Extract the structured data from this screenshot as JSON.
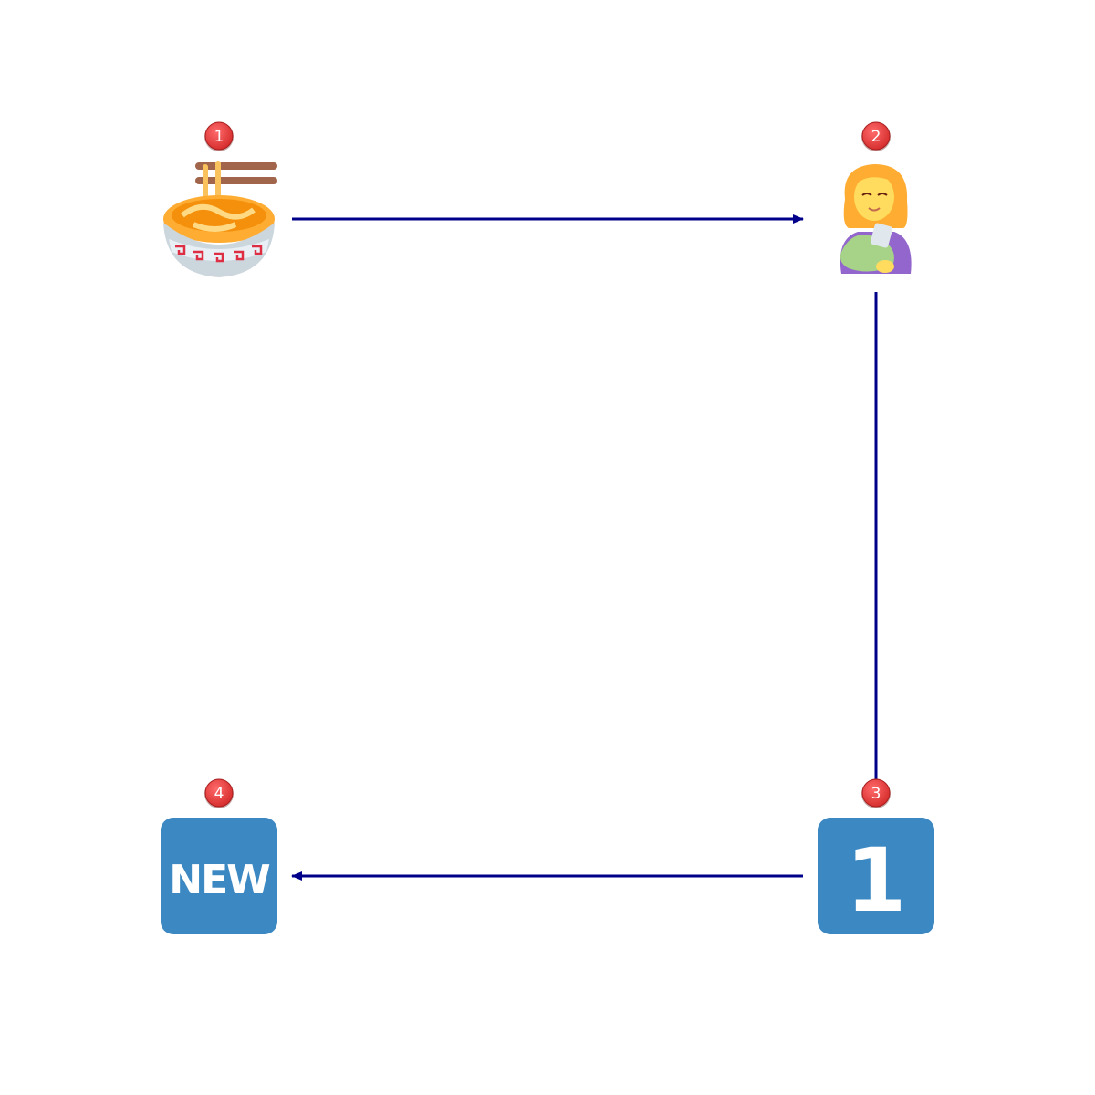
{
  "colors": {
    "arrow": "#00008b",
    "badge": "#e8343b",
    "tile": "#3b88c3",
    "background": "#ffffff"
  },
  "nodes": [
    {
      "badge": "1",
      "icon": "steaming-bowl-icon"
    },
    {
      "badge": "2",
      "icon": "woman-feeding-baby-icon"
    },
    {
      "badge": "3",
      "icon": "keycap-digit-one-icon",
      "text": "1"
    },
    {
      "badge": "4",
      "icon": "new-button-icon",
      "text": "NEW"
    }
  ],
  "edges": [
    {
      "from": "1",
      "to": "2"
    },
    {
      "from": "2",
      "to": "3"
    },
    {
      "from": "3",
      "to": "4"
    }
  ]
}
